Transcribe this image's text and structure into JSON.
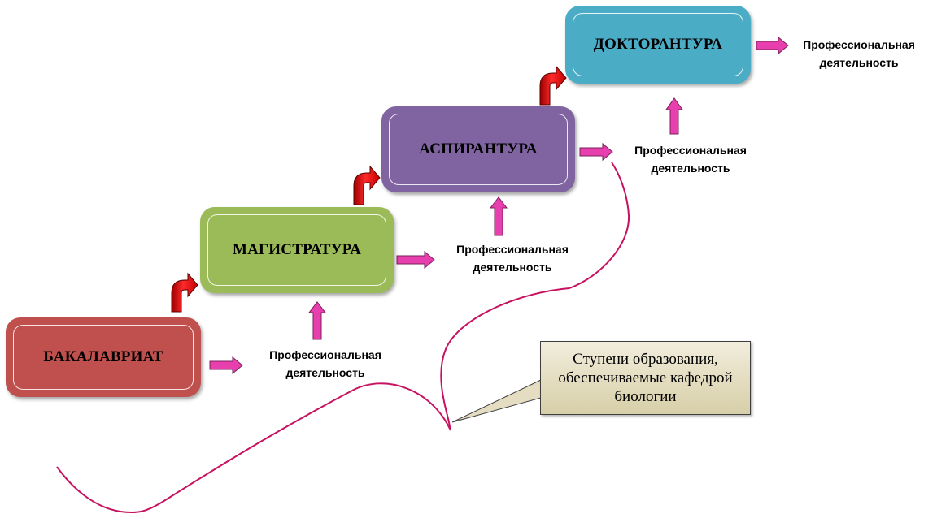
{
  "stages": {
    "bachelor": "БАКАЛАВРИАТ",
    "master": "МАГИСТРАТУРА",
    "postgrad": "АСПИРАНТУРА",
    "doctoral": "ДОКТОРАНТУРА"
  },
  "activity": {
    "line1": "Профессиональная",
    "line2": "деятельность"
  },
  "callout": {
    "line1": "Ступени образования,",
    "line2": "обеспечиваемые кафедрой",
    "line3": "биологии"
  },
  "colors": {
    "bachelor": "#c0504d",
    "master": "#9bbb59",
    "postgrad": "#8064a2",
    "doctoral": "#4bacc6",
    "arrow_fill": "#e83fae",
    "curl_arrow": "#ee1111",
    "curve": "#c7125f",
    "callout_bg": "#e3dcbf"
  },
  "icons": [
    "right-arrow-icon",
    "up-arrow-icon",
    "curved-up-arrow-icon"
  ]
}
